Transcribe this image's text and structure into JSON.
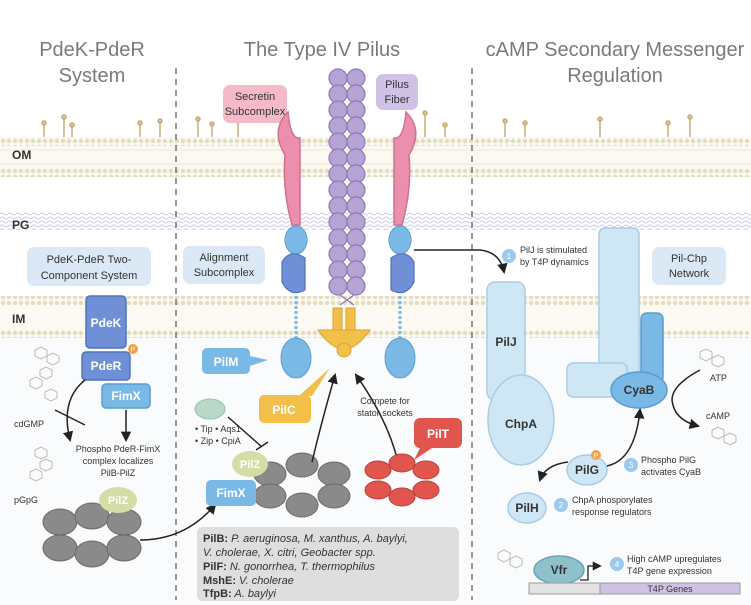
{
  "columns": {
    "left_title": [
      "PdeK-PdeR",
      "System"
    ],
    "center_title": [
      "The Type IV Pilus"
    ],
    "right_title": [
      "cAMP Secondary Messenger",
      "Regulation"
    ]
  },
  "layers": {
    "om": "OM",
    "pg": "PG",
    "im": "IM"
  },
  "left": {
    "box_title": [
      "PdeK-PdeR Two-",
      "Component System"
    ],
    "pdek": "PdeK",
    "pder": "PdeR",
    "p_badge": "P",
    "fimx": "FimX",
    "pilz": "PilZ",
    "cdgmp": "cdGMP",
    "pgpg": "pGpG",
    "note": [
      "Phospho PdeR-FimX",
      "complex localizes",
      "PilB-PilZ"
    ]
  },
  "center": {
    "secretin": [
      "Secretin",
      "Subcomplex"
    ],
    "pilus_fiber": [
      "Pilus",
      "Fiber"
    ],
    "alignment": [
      "Alignment",
      "Subcomplex"
    ],
    "pilm": "PilM",
    "pilc": "PilC",
    "pilt": "PilT",
    "pilz": "PilZ",
    "fimx": "FimX",
    "compete": [
      "Compete for",
      "stator sockets"
    ],
    "legend_items": [
      "• Tip  • Aqs1",
      "• Zip  • CpiA"
    ],
    "box_lines": [
      {
        "bold": "PilB:",
        "text": " P. aeruginosa, M. xanthus, A. baylyi,"
      },
      {
        "bold": "",
        "text": "V. cholerae, X. citri, Geobacter spp."
      },
      {
        "bold": "PilF:",
        "text": " N. gonorrhea, T. thermophilus"
      },
      {
        "bold": "MshE:",
        "text": " V. cholerae"
      },
      {
        "bold": "TfpB:",
        "text": " A. baylyi"
      }
    ]
  },
  "right": {
    "step1": [
      "PilJ is stimulated",
      "by T4P dynamics"
    ],
    "pil_chp": [
      "Pil-Chp",
      "Network"
    ],
    "pilj": "PilJ",
    "chpa": "ChpA",
    "cyab": "CyaB",
    "atp": "ATP",
    "camp": "cAMP",
    "pilg": "PilG",
    "pilh": "PilH",
    "p_badge": "P",
    "step2": [
      "ChpA phosporylates",
      "response regulators"
    ],
    "step3": [
      "Phospho PilG",
      "activates CyaB"
    ],
    "vfr": "Vfr",
    "step4": [
      "High cAMP upregulates",
      "T4P gene expression"
    ],
    "t4p_genes": "T4P Genes",
    "step_numbers": [
      "1",
      "2",
      "3",
      "4"
    ]
  },
  "colors": {
    "membrane": "#e6dfc4",
    "blue_dark": "#6f8fd6",
    "blue_light": "#7ab8e6",
    "pink": "#ec8fae",
    "purple": "#b6a3d6",
    "gold": "#f2c04a",
    "red": "#e0564f",
    "green_light": "#d6dca6",
    "grey": "#8a8a8a",
    "chp_blue": "#cfe6f4"
  }
}
